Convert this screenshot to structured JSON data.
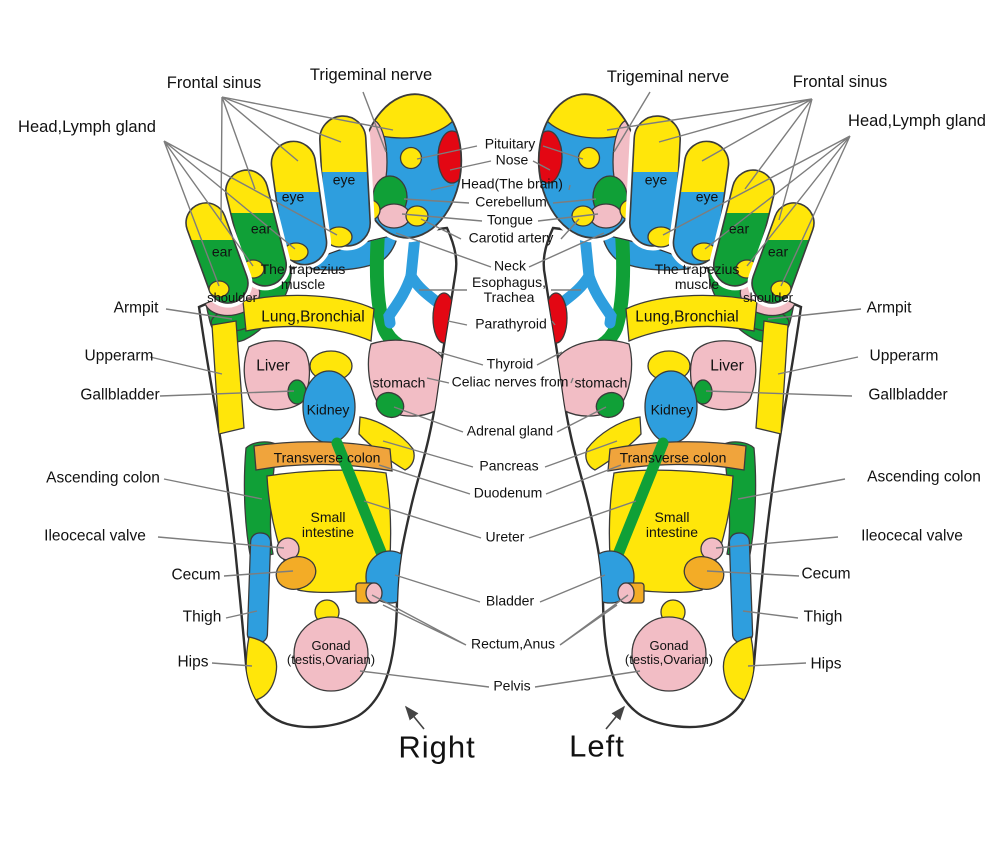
{
  "top_labels": {
    "frontal_sinus": "Frontal sinus",
    "trigeminal_nerve": "Trigeminal nerve",
    "head_lymph_gland": "Head,Lymph gland"
  },
  "center_labels": {
    "pituitary": "Pituitary",
    "nose": "Nose",
    "head_the_brain": "Head(The brain)",
    "cerebellum": "Cerebellum",
    "tongue": "Tongue",
    "carotid_artery": "Carotid artery",
    "neck": "Neck",
    "esophagus_line1": "Esophagus,",
    "esophagus_line2": "Trachea",
    "parathyroid": "Parathyroid",
    "thyroid": "Thyroid",
    "celiac_nerves": "Celiac nerves from",
    "adrenal_gland": "Adrenal gland",
    "pancreas": "Pancreas",
    "duodenum": "Duodenum",
    "ureter": "Ureter",
    "bladder": "Bladder",
    "rectum_anus": "Rectum,Anus",
    "pelvis": "Pelvis"
  },
  "side_labels": {
    "armpit": "Armpit",
    "upperarm": "Upperarm",
    "gallbladder": "Gallbladder",
    "ascending_colon": "Ascending colon",
    "ileocecal_valve": "Ileocecal valve",
    "cecum": "Cecum",
    "thigh": "Thigh",
    "hips": "Hips"
  },
  "zone_labels": {
    "eye": "eye",
    "ear": "ear",
    "shoulder": "shoulder",
    "trapezius_line1": "The trapezius",
    "trapezius_line2": "muscle",
    "lung_bronchial": "Lung,Bronchial",
    "liver": "Liver",
    "stomach": "stomach",
    "kidney": "Kidney",
    "transverse_colon": "Transverse colon",
    "small_intestine_line1": "Small",
    "small_intestine_line2": "intestine",
    "gonad_line1": "Gonad",
    "gonad_line2": "(testis,Ovarian)"
  },
  "feet": {
    "right_label": "Right",
    "left_label": "Left"
  },
  "colors": {
    "zone_blue": "#2E9EDE",
    "zone_green": "#10A037",
    "zone_yellow": "#FFE60A",
    "zone_pink": "#F2BDC5",
    "zone_red": "#E30713",
    "zone_orange": "#F0A43C",
    "zone_orange_dark": "#F3AC26",
    "outline": "#3b3b3b",
    "leader_line": "#7d7d7d"
  }
}
